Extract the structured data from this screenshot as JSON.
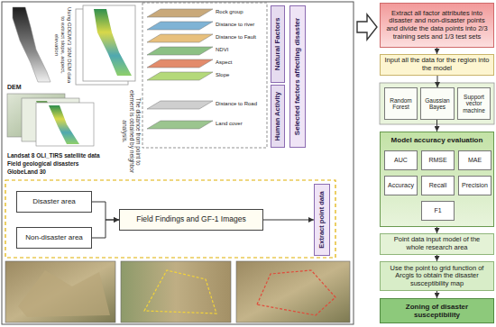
{
  "diagram": {
    "nodes": [
      {
        "text": [
          "Natural Factors"
        ]
      },
      {
        "text": [
          "Human Activity"
        ]
      },
      {
        "text": [
          "Selected factors affecting disaster"
        ]
      },
      {
        "text": [
          "Disaster area"
        ]
      },
      {
        "text": [
          "Non-disaster area"
        ]
      },
      {
        "text": [
          "Field Findings and GF-1 Images"
        ]
      },
      {
        "text": [
          "Extract point data"
        ]
      },
      {
        "text": [
          "Extract all factor attributes into disaster and non-disaster points and divide the data points into 2/3 training sets and 1/3 test sets"
        ]
      },
      {
        "text": [
          "Input all the data for the region into the model"
        ]
      },
      {
        "text": [
          "Random Forest"
        ]
      },
      {
        "text": [
          "Gaussian Bayes"
        ]
      },
      {
        "text": [
          "Support vector machine"
        ]
      },
      {
        "text": [
          "Model accuracy evaluation"
        ]
      },
      {
        "text": [
          "AUC"
        ],
        "in": 12
      },
      {
        "text": [
          "RMSE"
        ],
        "in": 12
      },
      {
        "text": [
          "MAE"
        ],
        "in": 12
      },
      {
        "text": [
          "Accuracy"
        ],
        "in": 12
      },
      {
        "text": [
          "Recall"
        ],
        "in": 12
      },
      {
        "text": [
          "Precision"
        ],
        "in": 12
      },
      {
        "text": [
          "F1"
        ],
        "in": 12
      },
      {
        "text": [
          "Point data input model of the whole research area"
        ]
      },
      {
        "text": [
          "Use the point to grid function of Arcgis to obtain the disaster susceptibility map"
        ]
      },
      {
        "text": [
          "Zoning of disaster susceptibility"
        ]
      }
    ],
    "edges": [
      {
        "from": 3,
        "to": 5,
        "arrow": "to"
      },
      {
        "from": 4,
        "to": 5,
        "arrow": "to"
      },
      {
        "from": 5,
        "to": 6,
        "arrow": "to"
      },
      {
        "from": 7,
        "to": 8,
        "arrow": "to"
      },
      {
        "from": 8,
        "to": 10,
        "arrow": "to"
      },
      {
        "from": 10,
        "to": 12,
        "arrow": "to"
      },
      {
        "from": 12,
        "to": 20,
        "arrow": "to"
      },
      {
        "from": 20,
        "to": 21,
        "arrow": "to"
      },
      {
        "from": 21,
        "to": 22,
        "arrow": "to"
      }
    ],
    "labels": [
      "DEM",
      "Using GDEMV3 30M DEM data to extract slope, aspect, elevation",
      "Rock group",
      "Distance to river",
      "Distance to Fault",
      "NDVI",
      "Aspect",
      "Slope",
      "Distance to Road",
      "Land cover",
      "Landsat 8 OLI_TIRS satellite data",
      "Field geological disasters",
      "GlobeLand 30",
      "The distance from point to element is obtained by neighbor analysis."
    ]
  }
}
